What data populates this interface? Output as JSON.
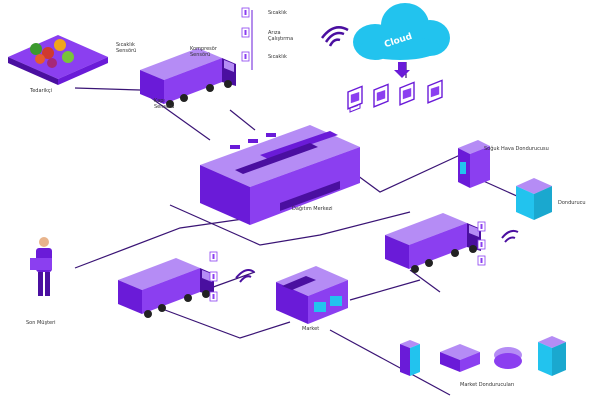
{
  "colors": {
    "purple": "#6A1BD8",
    "violet": "#8B3FF0",
    "lavender": "#B58CF5",
    "dark": "#4A0FA0",
    "cyan": "#22C3EE",
    "line": "#3A1475"
  },
  "nodes": {
    "tedarikci": {
      "label": "Tedarikçi"
    },
    "distribution_center": {
      "label": "Dağıtım Merkezi"
    },
    "end_customer": {
      "label": "Son Müşteri"
    },
    "market": {
      "label": "Market"
    },
    "cold_storage": {
      "label": "Soğuk Hava Dondurucusu"
    },
    "freezer": {
      "label": "Dondurucu"
    },
    "market_freezers": {
      "label": "Market Dondurucuları"
    },
    "cloud": {
      "label": "Cloud"
    }
  },
  "truck_sensors": {
    "temperature": "Sıcaklık Sensörü",
    "compressor": "Kompresör Sensörü",
    "door": "Kapı Sensörü"
  },
  "alerts": {
    "items": [
      {
        "label": "Sıcaklık",
        "icon": "thermometer-icon"
      },
      {
        "label": "Arıza Çalıştırma",
        "icon": "alert-icon"
      },
      {
        "label": "Sıcaklık",
        "icon": "thermometer-icon"
      }
    ]
  }
}
